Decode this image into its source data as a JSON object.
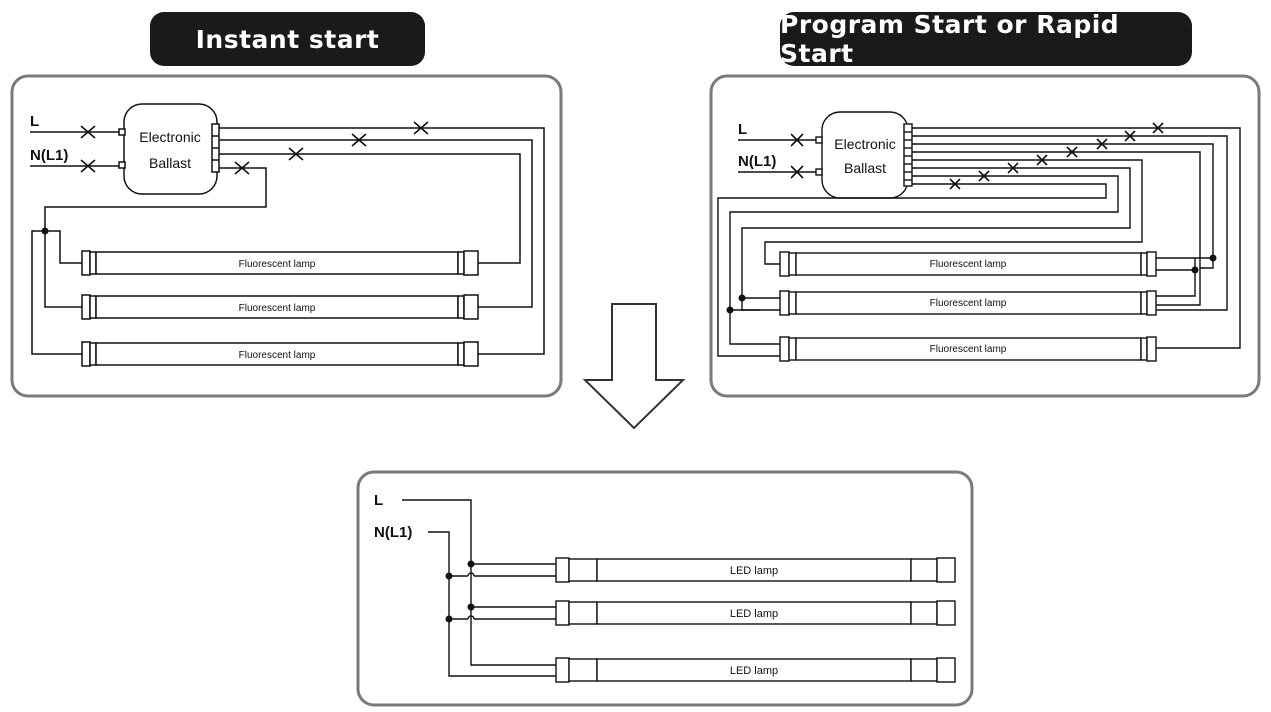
{
  "titles": {
    "instant_start": "Instant start",
    "program_start": "Program Start or Rapid Start"
  },
  "labels": {
    "line": "L",
    "neutral": "N(L1)",
    "ballast_line1": "Electronic",
    "ballast_line2": "Ballast",
    "fluorescent_lamp": "Fluorescent lamp",
    "led_lamp": "LED lamp"
  },
  "colors": {
    "panel_border": "#7a7a7a",
    "wire": "#111111",
    "pill_background": "#1a1a1a",
    "pill_text": "#ffffff"
  },
  "icons": {
    "remove_wire": "cross-mark-icon",
    "transition": "down-arrow-icon"
  }
}
